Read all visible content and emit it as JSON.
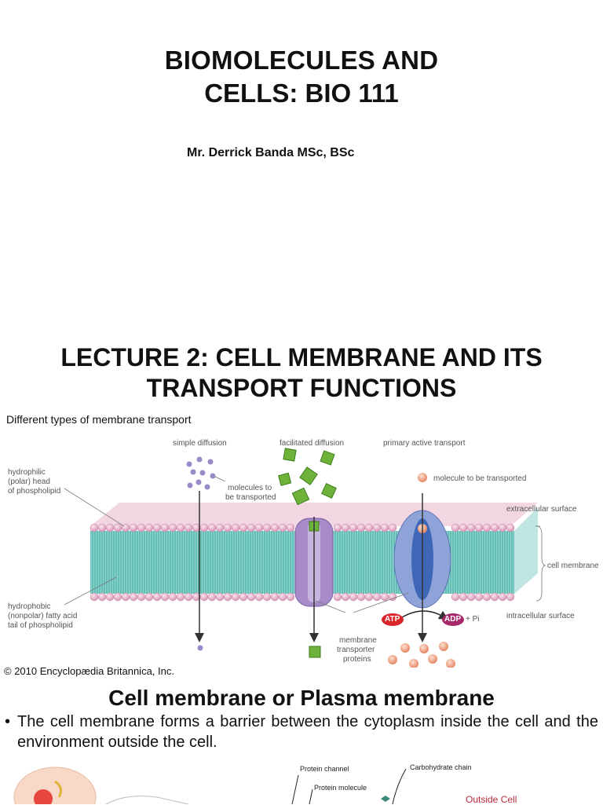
{
  "header": {
    "title_line1": "BIOMOLECULES AND",
    "title_line2": "CELLS: BIO 111",
    "author": "Mr. Derrick Banda MSc, BSc"
  },
  "lecture": {
    "line1": "LECTURE 2: CELL MEMBRANE AND ITS",
    "line2": "TRANSPORT FUNCTIONS"
  },
  "diagram": {
    "title": "Different types of membrane transport",
    "labels": {
      "simple_diffusion": "simple diffusion",
      "facilitated_diffusion": "facilitated diffusion",
      "primary_active": "primary active transport",
      "hydrophilic_1": "hydrophilic",
      "hydrophilic_2": "(polar) head",
      "hydrophilic_3": "of phospholipid",
      "molecules_1": "molecules to",
      "molecules_2": "be transported",
      "molecule_single": "molecule to be transported",
      "extracellular": "extracellular surface",
      "cell_membrane": "cell membrane",
      "hydrophobic_1": "hydrophobic",
      "hydrophobic_2": "(nonpolar) fatty acid",
      "hydrophobic_3": "tail of phospholipid",
      "intracellular": "intracellular surface",
      "transporter_1": "membrane",
      "transporter_2": "transporter",
      "transporter_3": "proteins",
      "atp": "ATP",
      "adp": "ADP",
      "pi": "+ Pi"
    },
    "copyright": "© 2010 Encyclopædia Britannica, Inc.",
    "colors": {
      "head": "#e7b9cd",
      "tail": "#6fc8c0",
      "protein_purple": "#9b7fc0",
      "protein_blue": "#7f96cf",
      "green": "#6fb23a",
      "orange": "#f0a88b",
      "atp": "#d9262b",
      "adp": "#a62a6a"
    }
  },
  "section": {
    "heading": "Cell membrane or Plasma membrane",
    "bullet": "•",
    "text": "The cell membrane forms a barrier between the cytoplasm inside the cell and the environment outside the cell."
  },
  "bottom_figure": {
    "protein_channel": "Protein channel",
    "protein_molecule": "Protein molecule",
    "carbohydrate_chain": "Carbohydrate chain",
    "outside_cell": "Outside Cell"
  }
}
